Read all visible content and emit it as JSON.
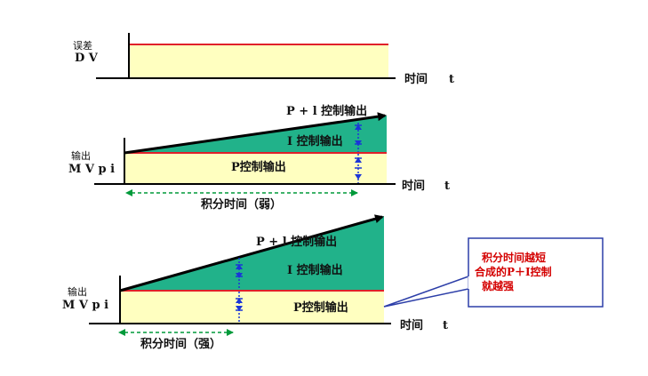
{
  "colors": {
    "fill_yellow": "#ffffc0",
    "fill_green": "#21b28a",
    "line_red": "#e0202a",
    "axis_black": "#000000",
    "dim_green": "#009a3a",
    "marker_blue": "#1a35d8",
    "callout_border": "#2c3ea8",
    "callout_text": "#d40000"
  },
  "panel1": {
    "ylabel_line1": "误差",
    "ylabel_line2": "D V",
    "x_label": "时间",
    "x_symbol": "t"
  },
  "panel2": {
    "ylabel_line1": "输出",
    "ylabel_line2": "M V p i",
    "x_label": "时间",
    "x_symbol": "t",
    "pi_label": "P + l  控制输出",
    "i_label": "I  控制输出",
    "p_label": "P控制输出",
    "span_label": "积分时间（弱）"
  },
  "panel3": {
    "ylabel_line1": "输出",
    "ylabel_line2": "M V p i",
    "x_label": "时间",
    "x_symbol": "t",
    "pi_label": "P + l  控制输出",
    "i_label": "I  控制输出",
    "p_label": "P控制输出",
    "span_label": "积分时间（强）"
  },
  "callout": {
    "line1": "积分时间越短",
    "line2": "合成的P＋I控制",
    "line3": "就越强"
  }
}
